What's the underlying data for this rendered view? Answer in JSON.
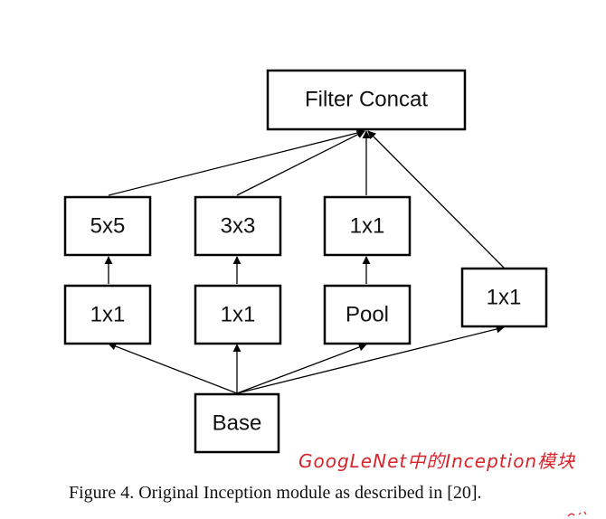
{
  "figure": {
    "caption": "Figure 4. Original Inception module as described in [20].",
    "annotation": "GoogLeNet中的Inception模块",
    "annotation_color": "#d9222a"
  },
  "nodes": {
    "filter_concat": "Filter Concat",
    "conv5x5": "5x5",
    "conv3x3": "3x3",
    "conv1x1_top": "1x1",
    "conv1x1_reduce_a": "1x1",
    "conv1x1_reduce_b": "1x1",
    "pool": "Pool",
    "conv1x1_direct": "1x1",
    "base": "Base"
  }
}
